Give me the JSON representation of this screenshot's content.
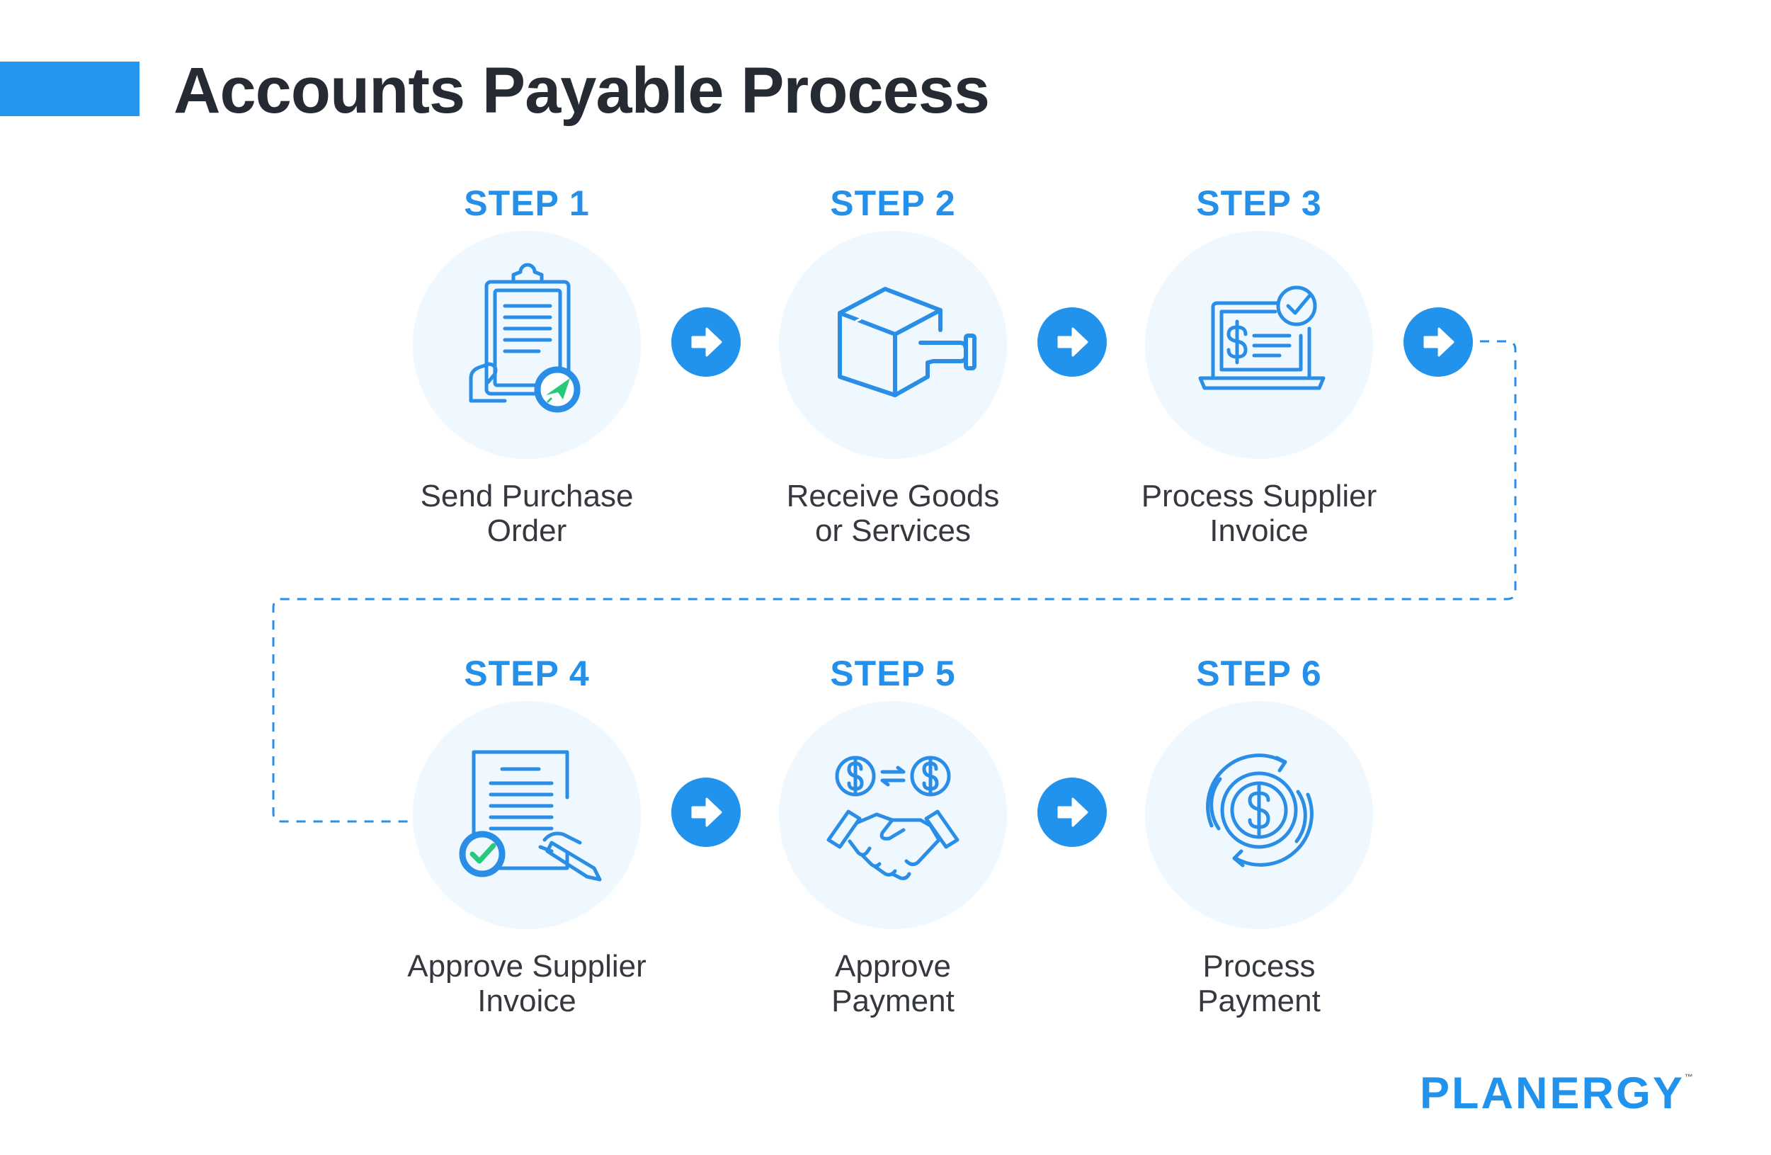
{
  "title": "Accounts Payable Process",
  "colors": {
    "accent": "#2496ee",
    "circle_bg": "#eef8fe",
    "icon_stroke": "#2a8de6",
    "icon_green": "#27c97a",
    "text_dark": "#262b33"
  },
  "steps": [
    {
      "label": "STEP 1",
      "caption": [
        "Send Purchase",
        "Order"
      ],
      "icon": "clipboard-send-icon"
    },
    {
      "label": "STEP 2",
      "caption": [
        "Receive Goods",
        "or Services"
      ],
      "icon": "box-hand-icon"
    },
    {
      "label": "STEP 3",
      "caption": [
        "Process Supplier",
        "Invoice"
      ],
      "icon": "laptop-invoice-icon"
    },
    {
      "label": "STEP 4",
      "caption": [
        "Approve Supplier",
        "Invoice"
      ],
      "icon": "document-sign-icon"
    },
    {
      "label": "STEP 5",
      "caption": [
        "Approve",
        "Payment"
      ],
      "icon": "handshake-dollar-icon"
    },
    {
      "label": "STEP 6",
      "caption": [
        "Process",
        "Payment"
      ],
      "icon": "dollar-cycle-icon"
    }
  ],
  "logo": {
    "text": "PLANERGY",
    "trademark": "™"
  }
}
